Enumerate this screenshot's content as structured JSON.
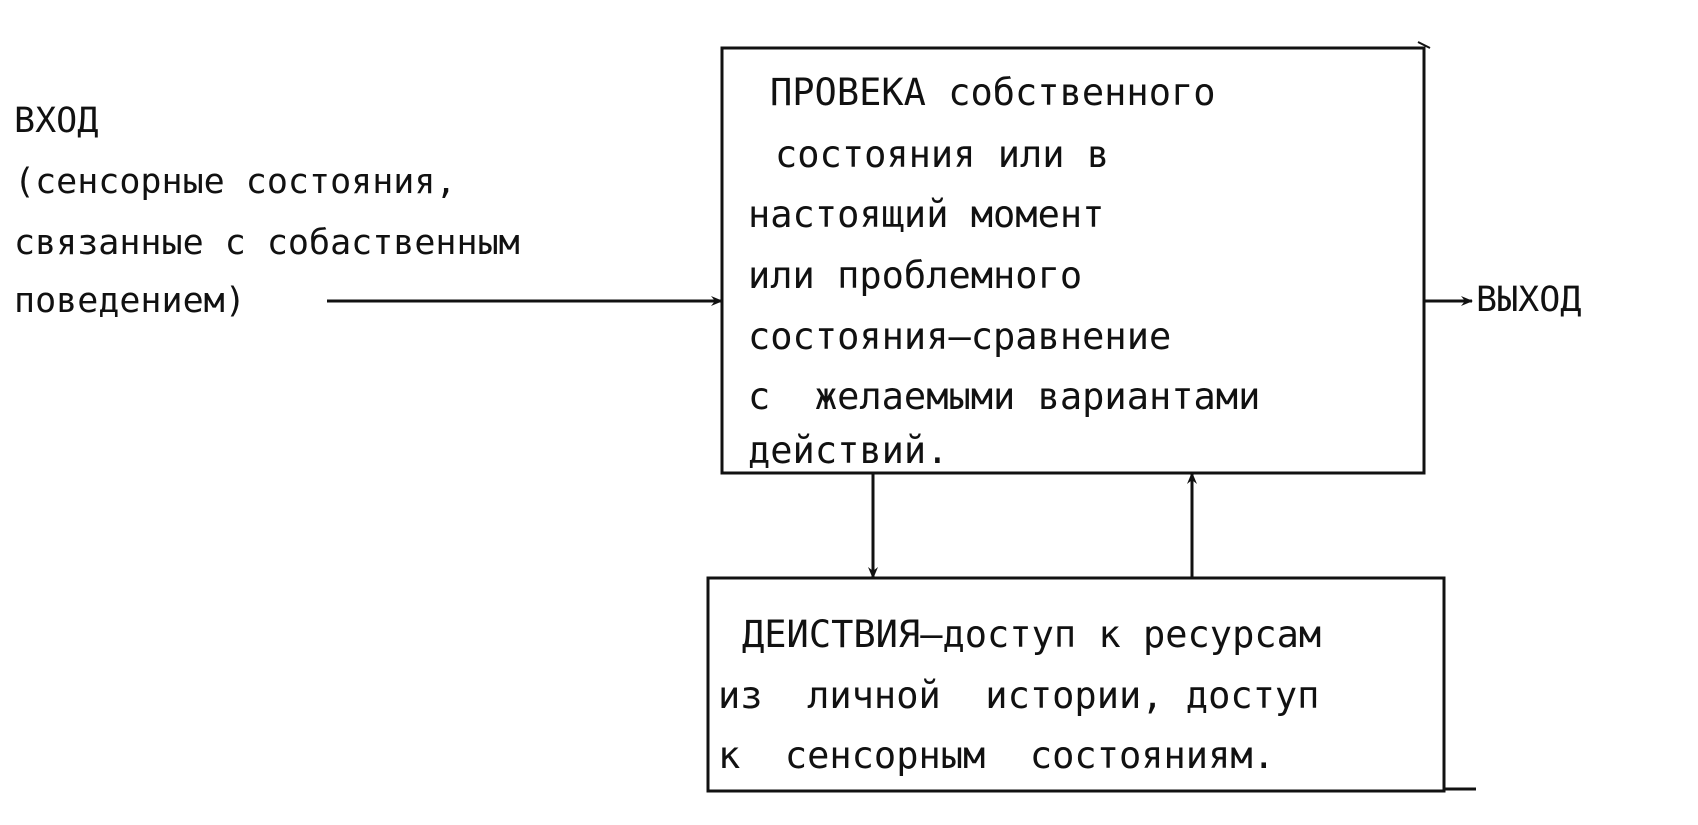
{
  "input": {
    "lines": [
      "ВХОД",
      "(сенсорные состояния,",
      "связанные с собаственным",
      "поведением)"
    ]
  },
  "test_box": {
    "lines": [
      "ПРОВЕКА собственного",
      "состояния или в",
      "настоящий момент",
      "или проблемного",
      "состояния–сравнение",
      "с  желаемыми вариантами",
      "действий."
    ]
  },
  "operate_box": {
    "lines": [
      "ДЕИСТВИЯ–доступ к ресурсам",
      "из  личной  истории, доступ",
      "к  сенсорным  состояниям."
    ]
  },
  "output": {
    "label": "ВЫХОД"
  },
  "colors": {
    "ink": "#111111",
    "paper": "#ffffff"
  }
}
